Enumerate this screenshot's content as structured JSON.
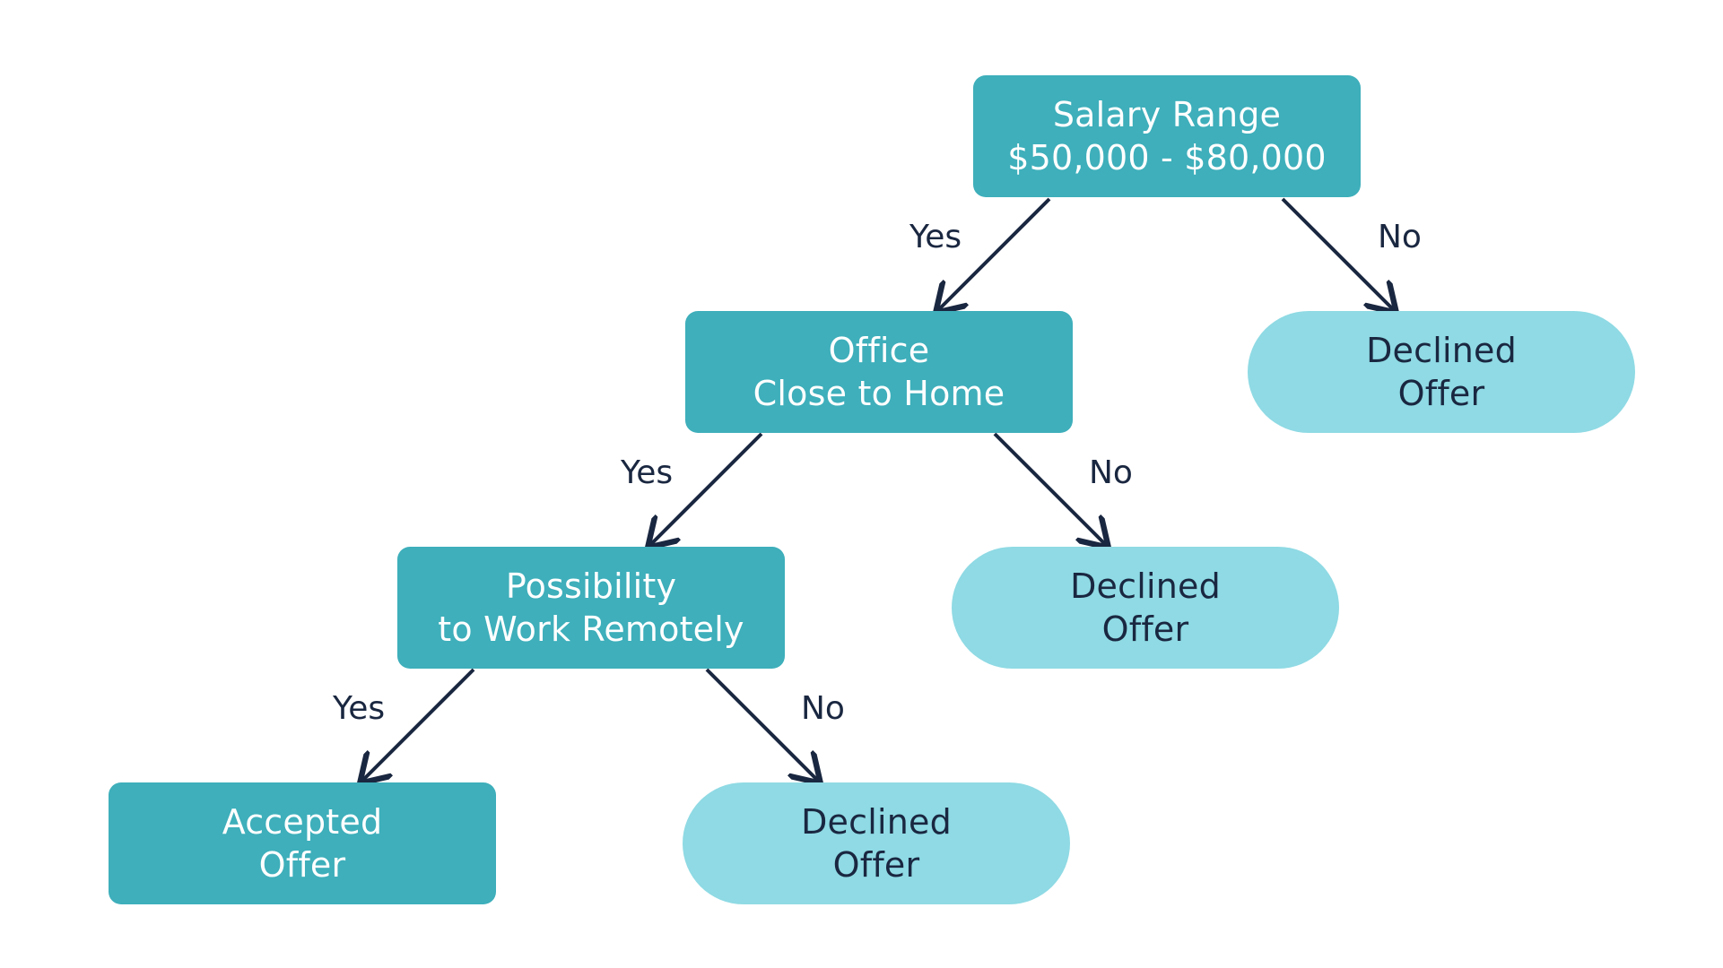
{
  "nodes": {
    "salary": {
      "line1": "Salary Range",
      "line2": "$50,000 - $80,000"
    },
    "office": {
      "line1": "Office",
      "line2": "Close to Home"
    },
    "remote": {
      "line1": "Possibility",
      "line2": "to Work Remotely"
    },
    "accepted": {
      "line1": "Accepted",
      "line2": "Offer"
    },
    "declined_1": {
      "line1": "Declined",
      "line2": "Offer"
    },
    "declined_2": {
      "line1": "Declined",
      "line2": "Offer"
    },
    "declined_3": {
      "line1": "Declined",
      "line2": "Offer"
    }
  },
  "edges": {
    "salary_yes": "Yes",
    "salary_no": "No",
    "office_yes": "Yes",
    "office_no": "No",
    "remote_yes": "Yes",
    "remote_no": "No"
  },
  "colors": {
    "decision_fill": "#3eafbb",
    "declined_fill": "#8fdae4",
    "arrow": "#1a2740",
    "dark_text": "#1a2740"
  }
}
